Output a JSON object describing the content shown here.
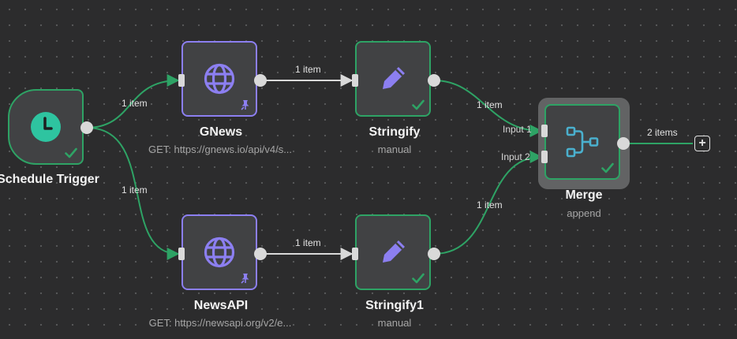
{
  "nodes": {
    "schedule_trigger": {
      "title": "Schedule Trigger",
      "icon": "clock-icon",
      "status": "success"
    },
    "gnews": {
      "title": "GNews",
      "subtitle": "GET: https://gnews.io/api/v4/s...",
      "icon": "globe-icon",
      "pinned": true
    },
    "newsapi": {
      "title": "NewsAPI",
      "subtitle": "GET: https://newsapi.org/v2/e...",
      "icon": "globe-icon",
      "pinned": true
    },
    "stringify": {
      "title": "Stringify",
      "subtitle": "manual",
      "icon": "pencil-icon",
      "status": "success"
    },
    "stringify1": {
      "title": "Stringify1",
      "subtitle": "manual",
      "icon": "pencil-icon",
      "status": "success"
    },
    "merge": {
      "title": "Merge",
      "subtitle": "append",
      "icon": "merge-icon",
      "status": "success",
      "inputs": [
        "Input 1",
        "Input 2"
      ]
    }
  },
  "edges": {
    "trigger_to_gnews": "1 item",
    "trigger_to_newsapi": "1 item",
    "gnews_to_stringify": "1 item",
    "newsapi_to_stringify1": "1 item",
    "stringify_to_merge": "1 item",
    "stringify1_to_merge": "1 item",
    "merge_output": "2 items"
  },
  "add_button": "+",
  "colors": {
    "canvas": "#2c2c2d",
    "node_fill": "#414244",
    "success_border": "#2ea365",
    "http_border": "#8c7ff1",
    "edge_success": "#2ea365",
    "edge_default": "#d9d9d9",
    "clock": "#2ec4a0",
    "globe": "#8c7ff1",
    "pencil": "#8c7ff1",
    "merge_icon": "#4ab0ce"
  }
}
